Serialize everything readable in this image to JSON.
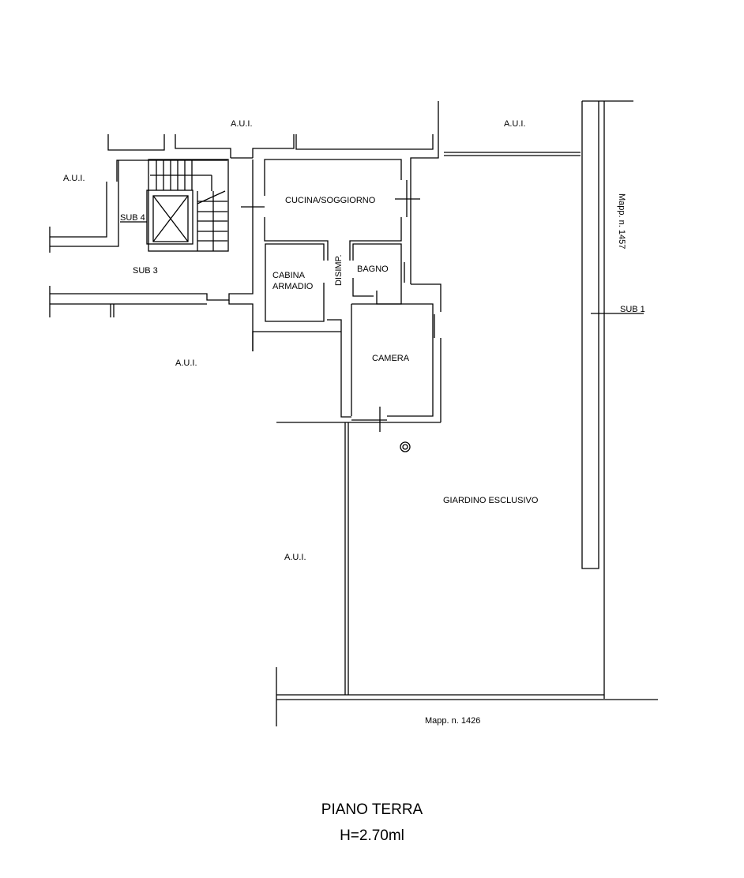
{
  "plan": {
    "labels": {
      "aui_top_center": "A.U.I.",
      "aui_top_right": "A.U.I.",
      "aui_left": "A.U.I.",
      "aui_middle_left": "A.U.I.",
      "aui_bottom": "A.U.I.",
      "sub4": "SUB 4",
      "sub3": "SUB 3",
      "sub1": "SUB 1",
      "cucina": "CUCINA/SOGGIORNO",
      "cabina_line1": "CABINA",
      "cabina_line2": "ARMADIO",
      "disimp": "DISIMP.",
      "bagno": "BAGNO",
      "camera": "CAMERA",
      "giardino": "GIARDINO ESCLUSIVO",
      "mapp_right": "Mapp. n. 1457",
      "mapp_bottom": "Mapp. n. 1426"
    }
  },
  "footer": {
    "title": "PIANO TERRA",
    "height": "H=2.70ml"
  }
}
